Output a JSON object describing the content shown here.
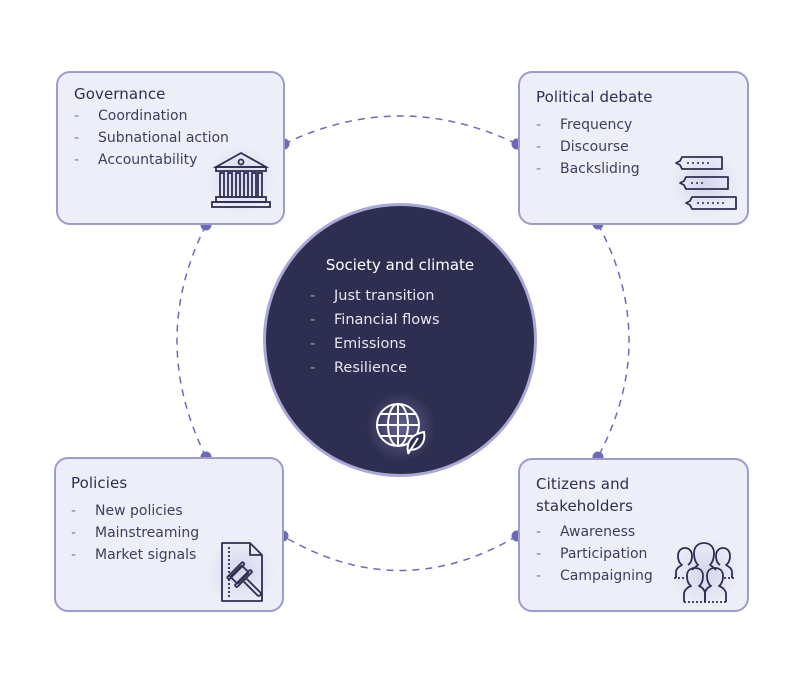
{
  "colors": {
    "box_fill": "#eeeef8",
    "box_border": "#9d9ccf",
    "connector": "#6b6bb5",
    "hub_fill": "#2e2f50",
    "hub_rim": "#a9a8d8",
    "text_dark": "#2e2f50"
  },
  "hub": {
    "title": "Society and climate",
    "items": [
      "Just transition",
      "Financial flows",
      "Emissions",
      "Resilience"
    ],
    "icon": "globe-leaf-icon"
  },
  "boxes": {
    "governance": {
      "title": "Governance",
      "items": [
        "Coordination",
        "Subnational action",
        "Accountability"
      ],
      "icon": "institution-building-icon"
    },
    "political_debate": {
      "title": "Political debate",
      "items": [
        "Frequency",
        "Discourse",
        "Backsliding"
      ],
      "icon": "speech-bubbles-icon"
    },
    "policies": {
      "title": "Policies",
      "items": [
        "New policies",
        "Mainstreaming",
        "Market signals"
      ],
      "icon": "document-gavel-icon"
    },
    "citizens": {
      "title": "Citizens and stakeholders",
      "items": [
        "Awareness",
        "Participation",
        "Campaigning"
      ],
      "icon": "people-group-icon"
    }
  }
}
